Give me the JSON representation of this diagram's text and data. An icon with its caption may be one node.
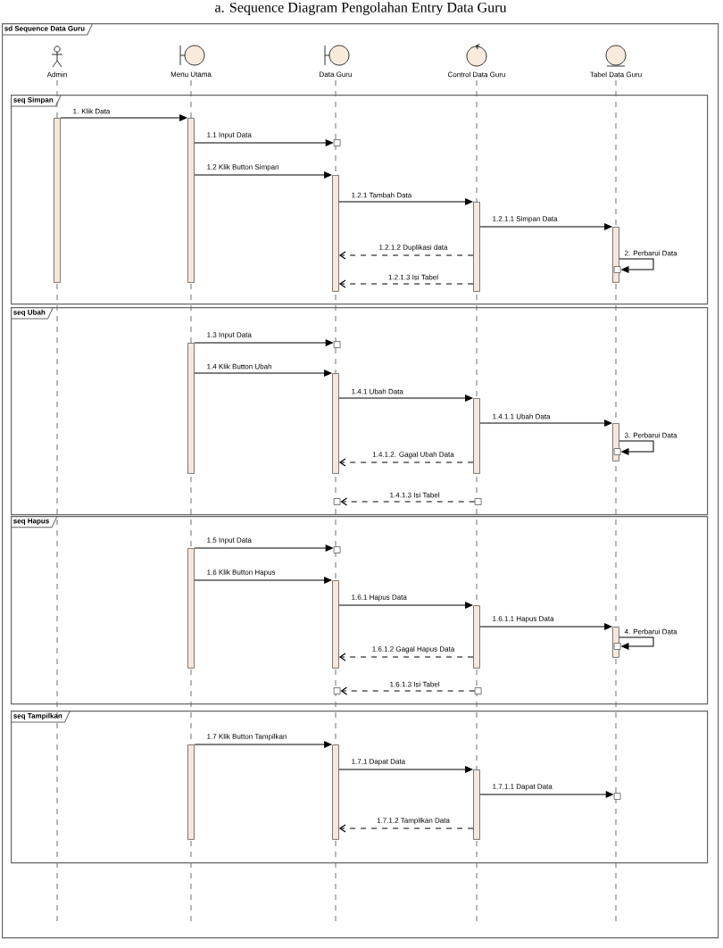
{
  "diagram": {
    "title": "a. Sequence Diagram Pengolahan Entry Data Guru",
    "nodes": [
      {
        "text": [
          "sd Sequence Data Guru"
        ]
      },
      {
        "text": [
          "Admin"
        ],
        "in": 0
      },
      {
        "text": [
          "Menu Utama"
        ],
        "in": 0
      },
      {
        "text": [
          "Data Guru"
        ],
        "in": 0
      },
      {
        "text": [
          "Control Data Guru"
        ],
        "in": 0
      },
      {
        "text": [
          "Tabel Data Guru"
        ],
        "in": 0
      },
      {
        "text": [
          "seq Simpan"
        ],
        "in": 0
      },
      {
        "text": [],
        "shape": "bar",
        "in": 6
      },
      {
        "text": [],
        "shape": "bar",
        "in": 6
      },
      {
        "text": [],
        "shape": "box",
        "in": 6
      },
      {
        "text": [],
        "shape": "bar",
        "in": 6
      },
      {
        "text": [],
        "shape": "bar",
        "in": 6
      },
      {
        "text": [],
        "shape": "bar",
        "in": 6
      },
      {
        "text": [],
        "shape": "box",
        "in": 12
      },
      {
        "text": [
          "seq Ubah"
        ],
        "in": 0
      },
      {
        "text": [],
        "shape": "bar",
        "in": 14
      },
      {
        "text": [],
        "shape": "box",
        "in": 14
      },
      {
        "text": [],
        "shape": "bar",
        "in": 14
      },
      {
        "text": [],
        "shape": "bar",
        "in": 14
      },
      {
        "text": [],
        "shape": "bar",
        "in": 14
      },
      {
        "text": [],
        "shape": "box",
        "in": 19
      },
      {
        "text": [],
        "shape": "box",
        "in": 14
      },
      {
        "text": [],
        "shape": "box",
        "in": 14
      },
      {
        "text": [
          "seq Hapus"
        ],
        "in": 0
      },
      {
        "text": [],
        "shape": "bar",
        "in": 23
      },
      {
        "text": [],
        "shape": "box",
        "in": 23
      },
      {
        "text": [],
        "shape": "bar",
        "in": 23
      },
      {
        "text": [],
        "shape": "bar",
        "in": 23
      },
      {
        "text": [],
        "shape": "bar",
        "in": 23
      },
      {
        "text": [],
        "shape": "box",
        "in": 28
      },
      {
        "text": [],
        "shape": "box",
        "in": 23
      },
      {
        "text": [],
        "shape": "box",
        "in": 23
      },
      {
        "text": [
          "seq Tampilkan"
        ],
        "in": 0
      },
      {
        "text": [],
        "shape": "bar",
        "in": 32
      },
      {
        "text": [],
        "shape": "bar",
        "in": 32
      },
      {
        "text": [],
        "shape": "bar",
        "in": 32
      },
      {
        "text": [],
        "shape": "box",
        "in": 32
      }
    ],
    "edges": [
      {
        "from": 7,
        "to": 8,
        "arrow": "to",
        "label": "1. Klik Data"
      },
      {
        "from": 8,
        "to": 9,
        "arrow": "to",
        "label": "1.1 Input Data"
      },
      {
        "from": 8,
        "to": 10,
        "arrow": "to",
        "label": "1.2 Klik Button Simpan"
      },
      {
        "from": 10,
        "to": 11,
        "arrow": "to",
        "label": "1.2.1 Tambah Data"
      },
      {
        "from": 11,
        "to": 12,
        "arrow": "to",
        "label": "1.2.1.1 Simpan Data"
      },
      {
        "from": 12,
        "to": 13,
        "arrow": "to",
        "label": "2. Perbarui Data"
      },
      {
        "from": 11,
        "to": 10,
        "arrow": "to",
        "label": "1.2.1.2 Duplikasi data",
        "style": "dashed"
      },
      {
        "from": 11,
        "to": 10,
        "arrow": "to",
        "label": "1.2.1.3 Isi Tabel",
        "style": "dashed"
      },
      {
        "from": 15,
        "to": 16,
        "arrow": "to",
        "label": "1.3 Input Data"
      },
      {
        "from": 15,
        "to": 17,
        "arrow": "to",
        "label": "1.4 Klik Button Ubah"
      },
      {
        "from": 17,
        "to": 18,
        "arrow": "to",
        "label": "1.4.1 Ubah Data"
      },
      {
        "from": 18,
        "to": 19,
        "arrow": "to",
        "label": "1.4.1.1 Ubah Data"
      },
      {
        "from": 19,
        "to": 20,
        "arrow": "to",
        "label": "3. Perbarui Data"
      },
      {
        "from": 18,
        "to": 17,
        "arrow": "to",
        "label": "1.4.1.2. Gagal Ubah Data",
        "style": "dashed"
      },
      {
        "from": 21,
        "to": 22,
        "arrow": "to",
        "label": "1.4.1.3 Isi Tabel",
        "style": "dashed"
      },
      {
        "from": 24,
        "to": 25,
        "arrow": "to",
        "label": "1.5 Input Data"
      },
      {
        "from": 24,
        "to": 26,
        "arrow": "to",
        "label": "1.6 Klik Button Hapus"
      },
      {
        "from": 26,
        "to": 27,
        "arrow": "to",
        "label": "1.6.1 Hapus Data"
      },
      {
        "from": 27,
        "to": 28,
        "arrow": "to",
        "label": "1.6.1.1 Hapus Data"
      },
      {
        "from": 28,
        "to": 29,
        "arrow": "to",
        "label": "4. Perbarui Data"
      },
      {
        "from": 27,
        "to": 26,
        "arrow": "to",
        "label": "1.6.1.2 Gagal Hapus Data",
        "style": "dashed"
      },
      {
        "from": 30,
        "to": 31,
        "arrow": "to",
        "label": "1.6.1.3 Isi Tabel",
        "style": "dashed"
      },
      {
        "from": 33,
        "to": 34,
        "arrow": "to",
        "label": "1.7 Klik Button Tampilkan"
      },
      {
        "from": 34,
        "to": 35,
        "arrow": "to",
        "label": "1.7.1 Dapat Data"
      },
      {
        "from": 35,
        "to": 36,
        "arrow": "to",
        "label": "1.7.1.1 Dapat Data"
      },
      {
        "from": 35,
        "to": 34,
        "arrow": "to",
        "label": "1.7.1.2 Tampilkan Data",
        "style": "dashed"
      }
    ]
  }
}
